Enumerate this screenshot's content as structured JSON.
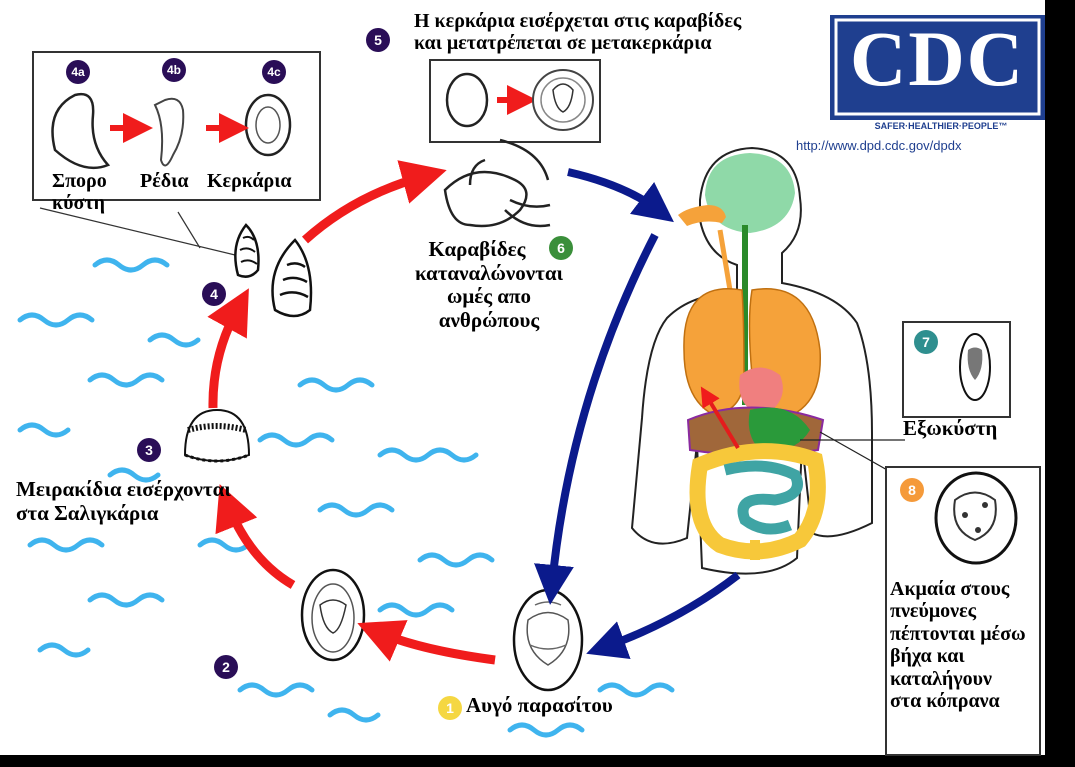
{
  "colors": {
    "badge_dark": "#2a0e57",
    "badge_teal": "#2f8f8f",
    "badge_green": "#3a8f3a",
    "badge_orange": "#f59a3a",
    "badge_yellow": "#f5d742",
    "arrow_red": "#f01c1c",
    "arrow_blue": "#0b1a8c",
    "cdc_blue": "#1f3f8f",
    "lung": "#f5a23a",
    "brain": "#8fd9a8",
    "intestine_yellow": "#f7c83a",
    "intestine_teal": "#3fa4a4"
  },
  "logo": {
    "name": "CDC",
    "tagline": "SAFER·HEALTHIER·PEOPLE™",
    "url": "http://www.dpd.cdc.gov/dpdx"
  },
  "badges": {
    "b1": "1",
    "b2": "2",
    "b3": "3",
    "b4": "4",
    "b4a": "4a",
    "b4b": "4b",
    "b4c": "4c",
    "b5": "5",
    "b6": "6",
    "b7": "7",
    "b8": "8"
  },
  "labels": {
    "sporocyst_line1": "Σπορο",
    "sporocyst_line2": "κύστη",
    "redia": "Ρέδια",
    "cercaria": "Κερκάρια",
    "step5_line1": "Η κερκάρια εισέρχεται στις καραβίδες",
    "step5_line2": "και μετατρέπεται σε μετακερκάρια",
    "step6_line1": "Καραβίδες",
    "step6_line2": "καταναλώνονται",
    "step6_line3": "ωμές απο",
    "step6_line4": "ανθρώπους",
    "step7": "Εξωκύστη",
    "step8_line1": "Ακμαία στους",
    "step8_line2": "πνεύμονες",
    "step8_line3": "πέπτονται μέσω",
    "step8_line4": "βήχα και",
    "step8_line5": "καταλήγουν",
    "step8_line6": "στα κόπρανα",
    "step3_line1": "Μειρακίδια εισέρχονται",
    "step3_line2": "στα Σαλιγκάρια",
    "step1": "Αυγό παρασίτου"
  },
  "icons": {
    "egg": "egg-icon",
    "snail": "snail-icon",
    "crayfish": "crayfish-icon",
    "human": "human-body-icon",
    "miracidium": "miracidium-icon"
  }
}
